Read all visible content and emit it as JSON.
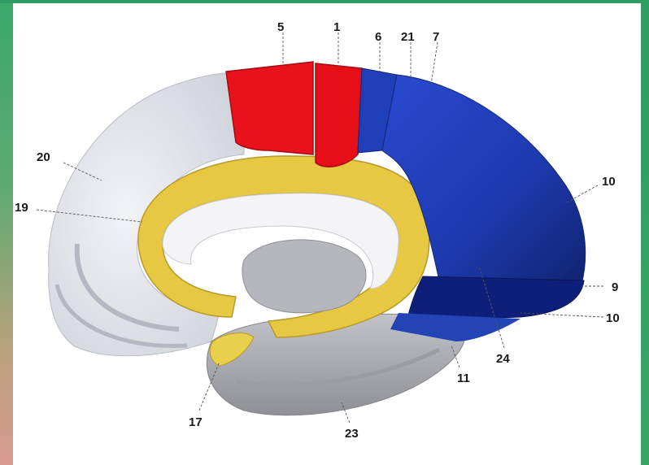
{
  "labels": {
    "l5": "5",
    "l1": "1",
    "l6": "6",
    "l21": "21",
    "l7": "7",
    "l20": "20",
    "l19": "19",
    "l10a": "10",
    "l9": "9",
    "l10b": "10",
    "l24": "24",
    "l11": "11",
    "l17": "17",
    "l23": "23"
  },
  "colors": {
    "frame": "#3aa86a",
    "red_area": "#e8121c",
    "blue_area": "#1f3fb8",
    "dark_blue_area": "#0e1f7a",
    "yellow_area": "#e6c843",
    "gray_area": "#a9a9ad",
    "white_area": "#e4e6ec"
  }
}
